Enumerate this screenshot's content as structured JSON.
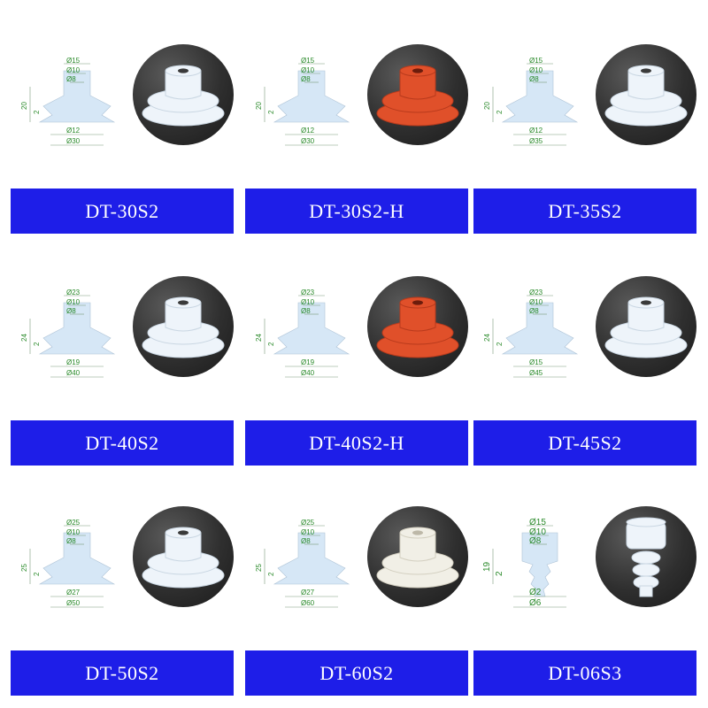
{
  "products": [
    {
      "model": "DT-30S2",
      "color": "clear",
      "dims": {
        "top_d": "Ø15",
        "mid_d": "Ø10",
        "inner_d": "Ø8",
        "height": "20",
        "step": "2",
        "base_inner": "Ø12",
        "base_outer": "Ø30"
      }
    },
    {
      "model": "DT-30S2-H",
      "color": "red",
      "dims": {
        "top_d": "Ø15",
        "mid_d": "Ø10",
        "inner_d": "Ø8",
        "height": "20",
        "step": "2",
        "base_inner": "Ø12",
        "base_outer": "Ø30"
      }
    },
    {
      "model": "DT-35S2",
      "color": "clear",
      "dims": {
        "top_d": "Ø15",
        "mid_d": "Ø10",
        "inner_d": "Ø8",
        "height": "20",
        "step": "2",
        "base_inner": "Ø12",
        "base_outer": "Ø35"
      }
    },
    {
      "model": "DT-40S2",
      "color": "clear",
      "dims": {
        "top_d": "Ø23",
        "mid_d": "Ø10",
        "inner_d": "Ø8",
        "height": "24",
        "step": "2",
        "base_inner": "Ø19",
        "base_outer": "Ø40"
      }
    },
    {
      "model": "DT-40S2-H",
      "color": "red",
      "dims": {
        "top_d": "Ø23",
        "mid_d": "Ø10",
        "inner_d": "Ø8",
        "height": "24",
        "step": "2",
        "base_inner": "Ø19",
        "base_outer": "Ø40"
      }
    },
    {
      "model": "DT-45S2",
      "color": "clear",
      "dims": {
        "top_d": "Ø23",
        "mid_d": "Ø10",
        "inner_d": "Ø8",
        "height": "24",
        "step": "2",
        "base_inner": "Ø15",
        "base_outer": "Ø45"
      }
    },
    {
      "model": "DT-50S2",
      "color": "clear",
      "dims": {
        "top_d": "Ø25",
        "mid_d": "Ø10",
        "inner_d": "Ø8",
        "height": "25",
        "step": "2",
        "base_inner": "Ø27",
        "base_outer": "Ø50"
      }
    },
    {
      "model": "DT-60S2",
      "color": "white",
      "dims": {
        "top_d": "Ø25",
        "mid_d": "Ø10",
        "inner_d": "Ø8",
        "height": "25",
        "step": "2",
        "base_inner": "Ø27",
        "base_outer": "Ø60"
      }
    },
    {
      "model": "DT-06S3",
      "color": "clear",
      "dims": {
        "top_d": "Ø15",
        "mid_d": "Ø10",
        "inner_d": "Ø8",
        "height": "19",
        "step": "2",
        "base_inner": "Ø2",
        "base_outer": "Ø6"
      }
    }
  ],
  "colors": {
    "label_bg": "#1e1ee8",
    "label_text": "#ffffff",
    "red_cup": "#e0502a",
    "clear_cup": "#eef4fa",
    "white_cup": "#f1efe6"
  }
}
